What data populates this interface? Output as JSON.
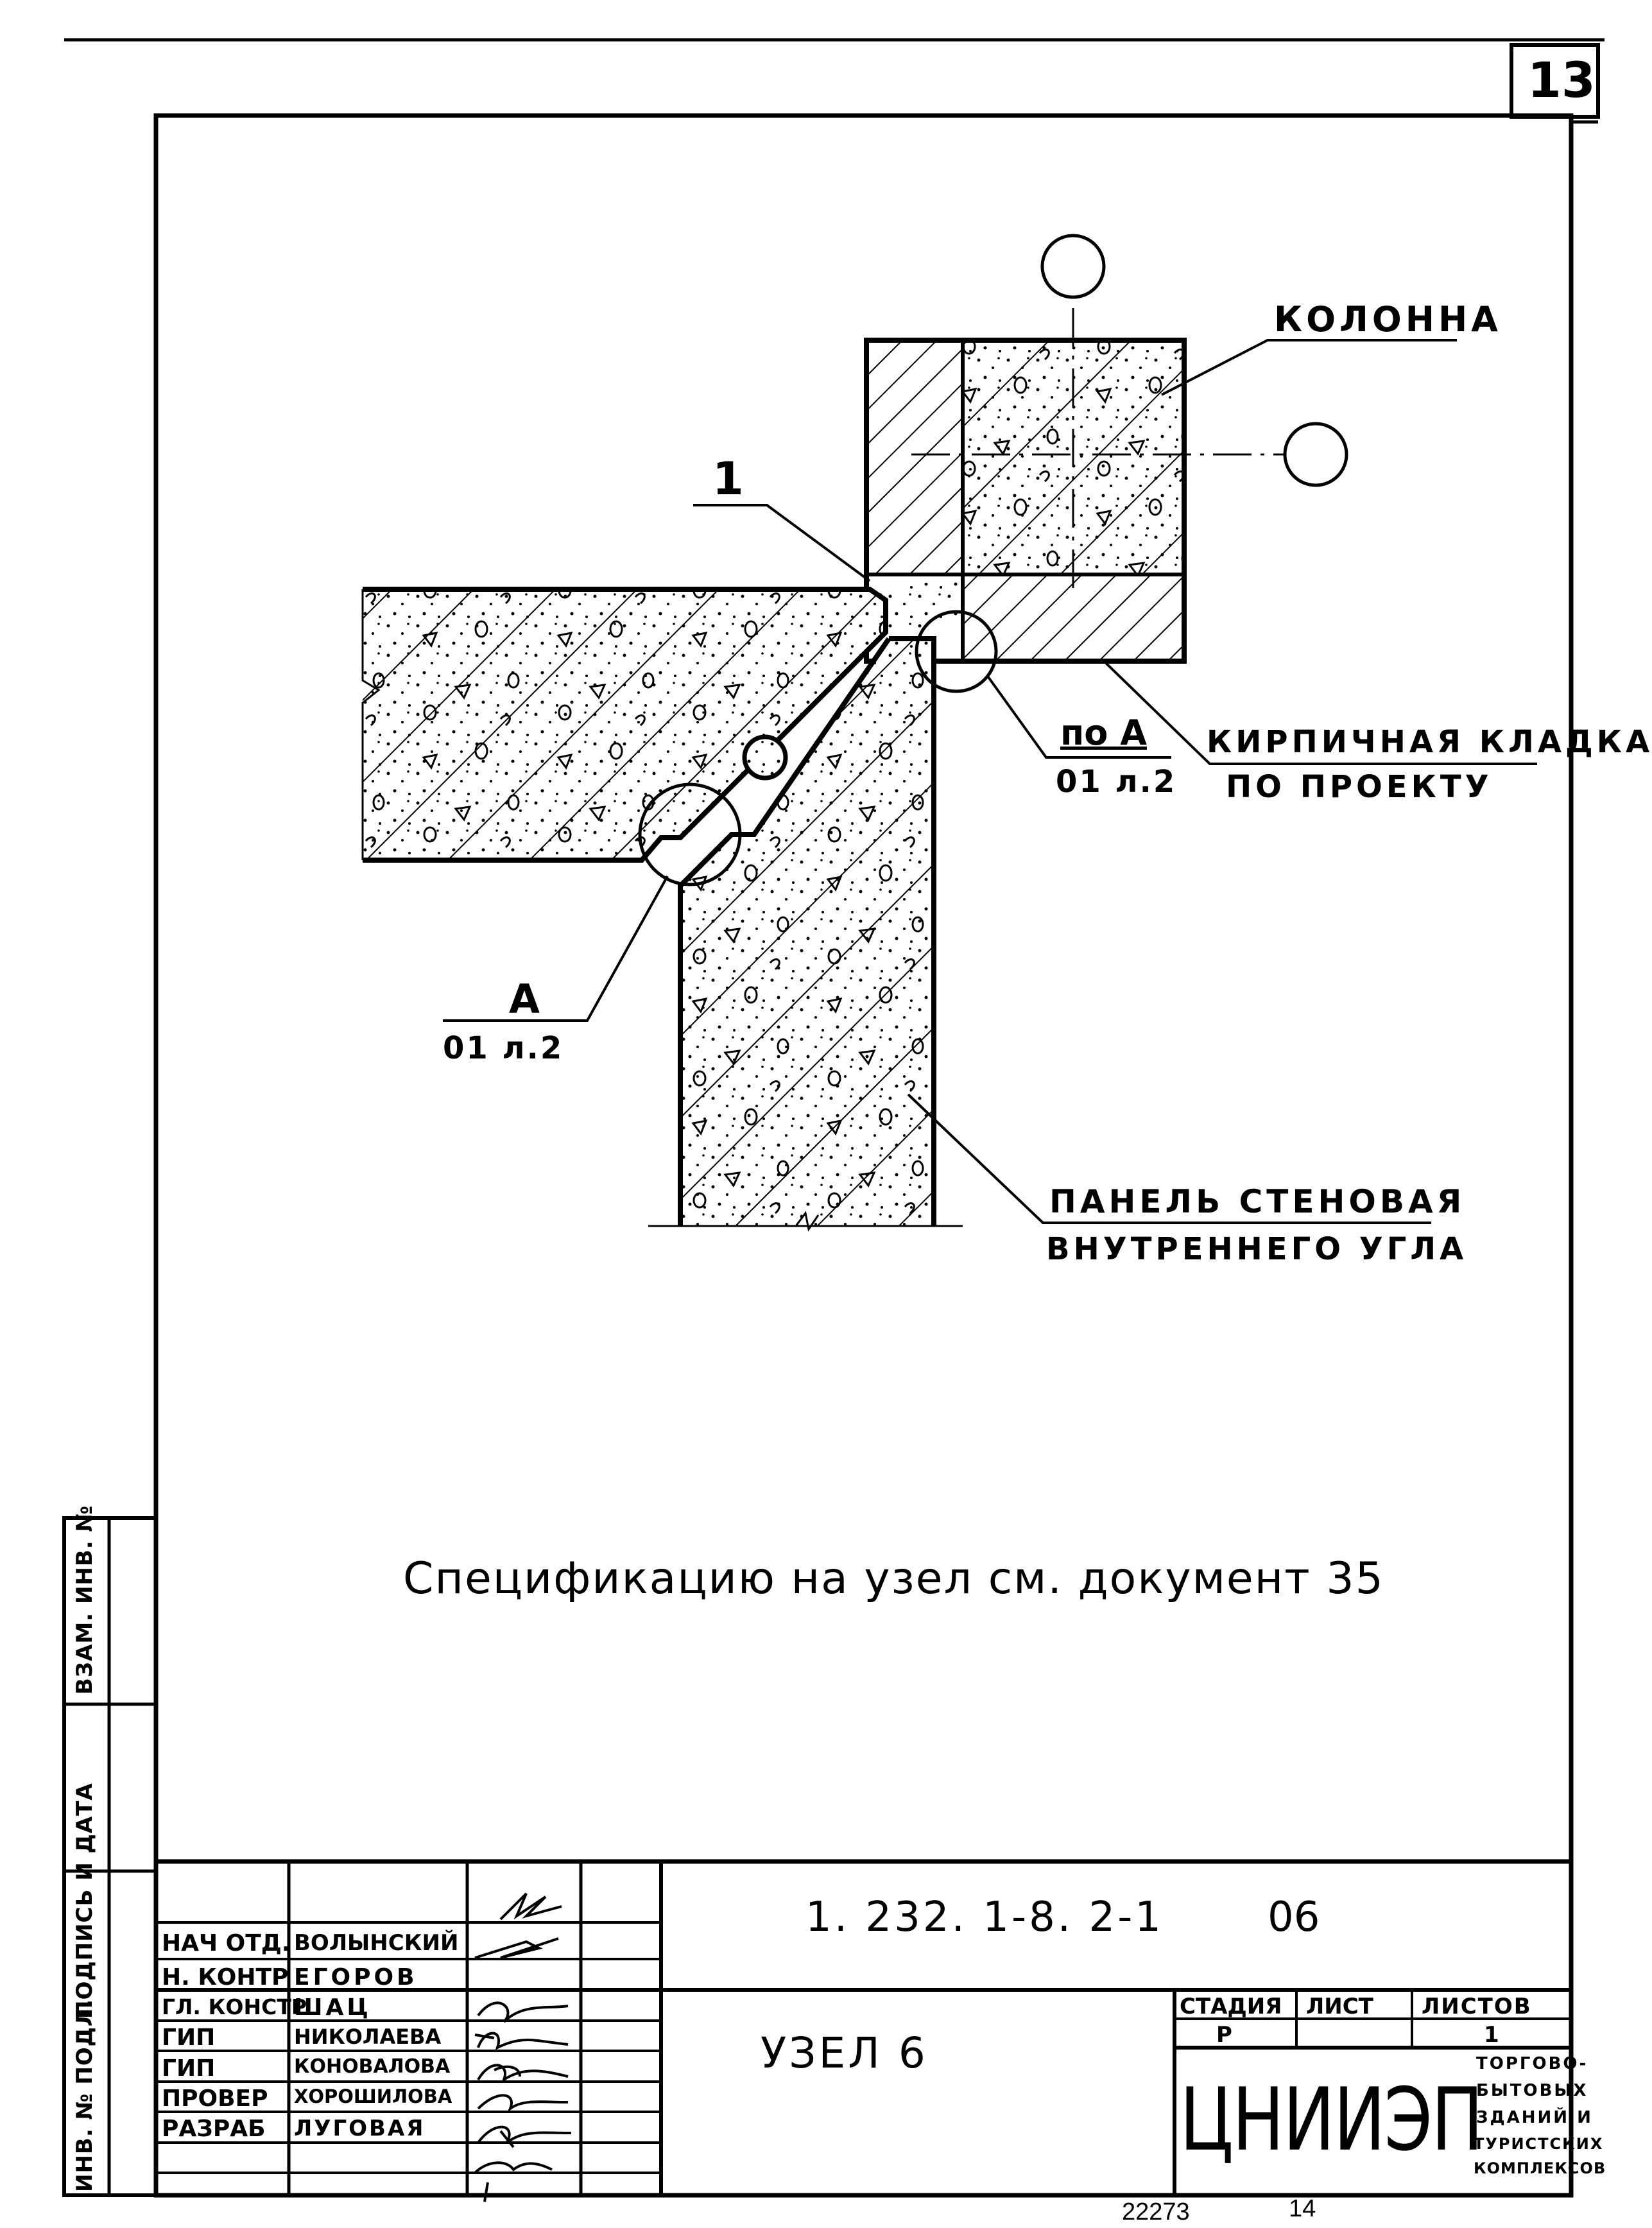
{
  "sheet_number": "13",
  "callouts": {
    "column": "КОЛОННА",
    "item_1": "1",
    "view_a_ref": "по А",
    "view_a_sheet": "01 л.2",
    "brick_line1": "КИРПИЧНАЯ КЛАДКА",
    "brick_line2": "ПО ПРОЕКТУ",
    "a_label": "А",
    "a_sheet": "01 л.2",
    "panel_line1": "ПАНЕЛЬ СТЕНОВАЯ",
    "panel_line2": "ВНУТРЕННЕГО УГЛА"
  },
  "note": "Спецификацию на узел см. документ 35",
  "side_stamp": {
    "inv_orig": "ИНВ. № ПОДЛ.",
    "sign_date": "ПОДПИСЬ И ДАТА",
    "replace_inv": "ВЗАМ. ИНВ. №"
  },
  "title_block": {
    "roles": [
      "НАЧ ОТД.",
      "Н. КОНТР",
      "ГЛ. КОНСТР",
      "ГИП",
      "ГИП",
      "ПРОВЕР",
      "РАЗРАБ"
    ],
    "names": [
      "ВОЛЫНСКИЙ",
      "ЕГОРОВ",
      "ШАЦ",
      "НИКОЛАЕВА",
      "КОНОВАЛОВА",
      "ХОРОШИЛОВА",
      "ЛУГОВАЯ"
    ],
    "document_code": "1. 232. 1-8. 2-1",
    "document_suffix": "06",
    "title": "УЗЕЛ 6",
    "stage_header": "СТАДИЯ",
    "sheet_header": "ЛИСТ",
    "sheets_header": "ЛИСТОВ",
    "stage_value": "Р",
    "sheet_value": "",
    "sheets_value": "1",
    "org_logo": "ЦНИИЭП",
    "org_desc": [
      "ТОРГОВО-",
      "БЫТОВЫХ",
      "ЗДАНИЙ И",
      "ТУРИСТСКИХ",
      "КОМПЛЕКСОВ"
    ]
  },
  "footer": {
    "archive_number": "22273",
    "page": "14"
  }
}
